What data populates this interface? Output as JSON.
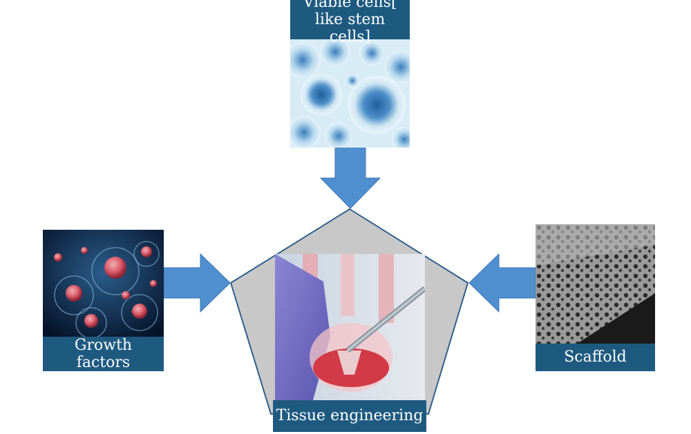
{
  "diagram": {
    "center": {
      "label": "Tissue engineering"
    },
    "inputs": [
      {
        "id": "cells",
        "label": "Viable cells[\nlike stem cells]",
        "image": "stem-cells-micrograph"
      },
      {
        "id": "growth",
        "label": "Growth\nfactors",
        "image": "cell-spheres-illustration"
      },
      {
        "id": "scaffold",
        "label": "Scaffold",
        "image": "porous-scaffold-sem"
      }
    ]
  },
  "colors": {
    "label_bg": "#1e5a80",
    "arrow": "#4f8fcf",
    "pentagon_fill": "#c8c8c8",
    "pentagon_stroke": "#2f5f8a"
  }
}
